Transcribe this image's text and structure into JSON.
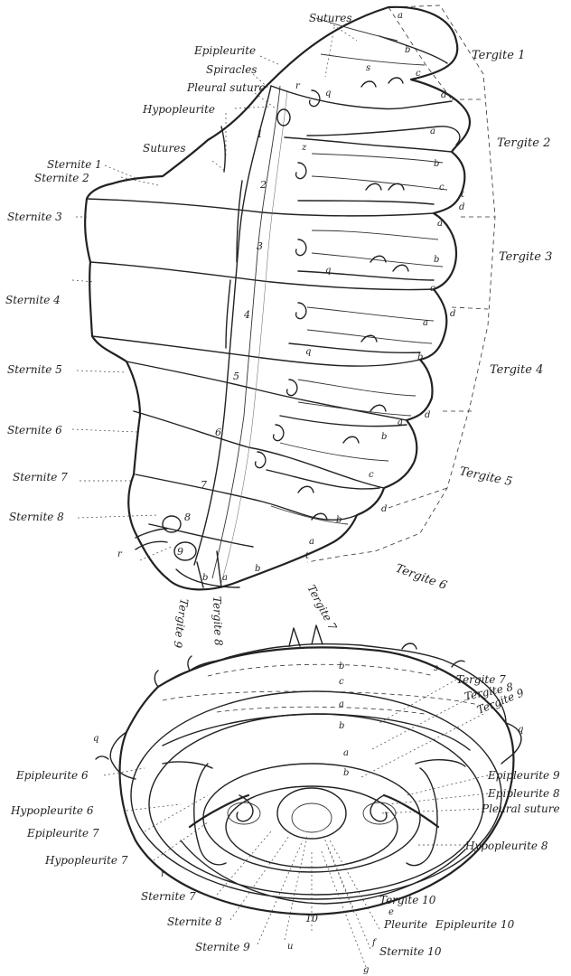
{
  "upper": {
    "sutures_top": "Sutures",
    "epipleurite": "Epipleurite",
    "spiracles": "Spiracles",
    "pleural_suture": "Pleural suture",
    "hypopleurite": "Hypopleurite",
    "sutures_mid": "Sutures",
    "tergites": [
      "Tergite 1",
      "Tergite 2",
      "Tergite 3",
      "Tergite 4",
      "Tergite 5",
      "Tergite 6"
    ],
    "sternites": [
      "Sternite 1",
      "Sternite 2",
      "Sternite 3",
      "Sternite 4",
      "Sternite 5",
      "Sternite 6",
      "Sternite 7",
      "Sternite 8"
    ],
    "tergite_7": "Tergite 7",
    "tergite_8": "Tergite 8",
    "tergite_9": "Tergite 9",
    "letters": {
      "a": "a",
      "b": "b",
      "c": "c",
      "d": "d",
      "s": "s",
      "t": "t",
      "q": "q",
      "r": "r",
      "z": "z"
    },
    "segment_numbers": [
      "1",
      "2",
      "3",
      "4",
      "5",
      "6",
      "7",
      "8",
      "9"
    ]
  },
  "lower": {
    "tergite_7": "Tergite 7",
    "tergite_8": "Tergite 8",
    "tergite_9": "Tergite 9",
    "epipleurite_9": "Epipleurite 9",
    "epipleurite_8": "Epipleurite 8",
    "pleural_suture": "Pleural suture",
    "hypopleurite_8": "Hypopleurite 8",
    "epipleurite_6": "Epipleurite 6",
    "hypopleurite_6": "Hypopleurite 6",
    "epipleurite_7": "Epipleurite 7",
    "hypopleurite_7": "Hypopleurite 7",
    "sternite_7": "Sternite 7",
    "sternite_8": "Sternite 8",
    "sternite_9": "Sternite 9",
    "tergite_10": "Tergite 10",
    "pleurite": "Pleurite",
    "epipleurite_10": "Epipleurite 10",
    "sternite_10": "Sternite 10",
    "center_10": "10",
    "letters": {
      "a": "a",
      "b": "b",
      "c": "c",
      "e": "e",
      "f": "f",
      "g": "g",
      "q": "q",
      "r": "r",
      "s": "s",
      "u": "u"
    }
  }
}
